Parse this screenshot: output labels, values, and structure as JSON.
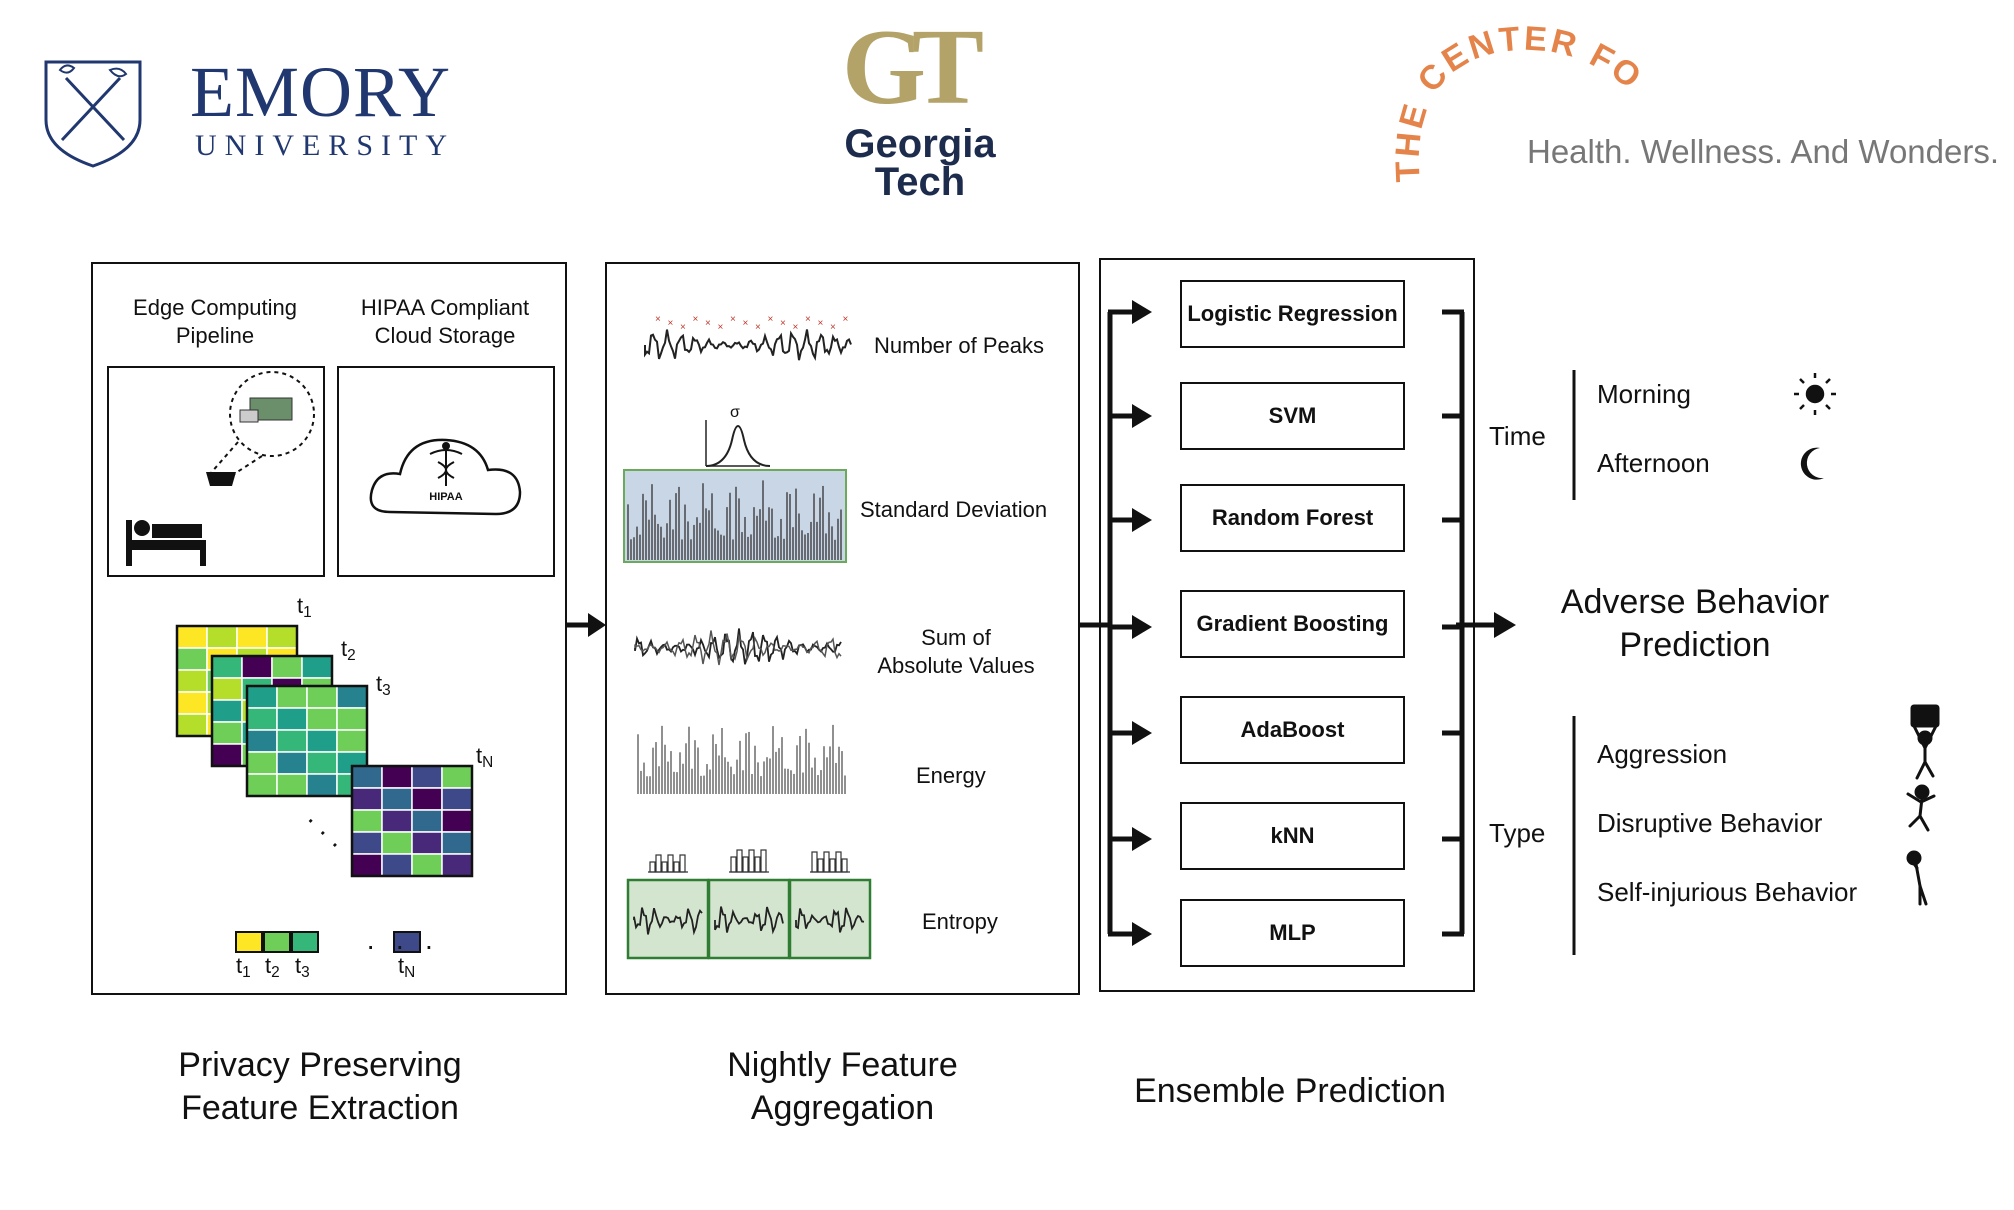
{
  "logos": {
    "emory_name": "EMORY",
    "emory_sub": "UNIVERSITY",
    "gt_mark": "GT",
    "gt_line1": "Georgia",
    "gt_line2": "Tech",
    "cfd_arc": "THE CENTER FOR DISCOVERY",
    "cfd_tagline": "Health. Wellness. And Wonders."
  },
  "panel1": {
    "edge_label": "Edge Computing\nPipeline",
    "cloud_label": "HIPAA Compliant\nCloud Storage",
    "hipaa_text": "HIPAA",
    "frame_labels": [
      "t1",
      "t2",
      "t3",
      "tN"
    ],
    "bottom_labels": [
      "t1",
      "t2",
      "t3",
      "tN"
    ],
    "caption": "Privacy Preserving\nFeature Extraction"
  },
  "panel2": {
    "features": [
      "Number of Peaks",
      "Standard Deviation",
      "Sum of\nAbsolute Values",
      "Energy",
      "Entropy"
    ],
    "sigma": "σ",
    "caption": "Nightly Feature\nAggregation"
  },
  "panel3": {
    "models": [
      "Logistic Regression",
      "SVM",
      "Random Forest",
      "Gradient Boosting",
      "AdaBoost",
      "kNN",
      "MLP"
    ],
    "caption": "Ensemble Prediction"
  },
  "output": {
    "title": "Adverse Behavior\nPrediction",
    "time_label": "Time",
    "time_items": [
      "Morning",
      "Afternoon"
    ],
    "type_label": "Type",
    "type_items": [
      "Aggression",
      "Disruptive Behavior",
      "Self-injurious Behavior"
    ]
  },
  "colors": {
    "viridis": [
      "#fde725",
      "#b5de2b",
      "#6ece58",
      "#35b779",
      "#1f9e89",
      "#26828e",
      "#31688e",
      "#3e4989",
      "#482878",
      "#440154"
    ],
    "emory_blue": "#20376f",
    "gt_gold": "#b3a369",
    "cfd_orange": "#e5844a"
  },
  "icons": [
    "emory-shield-icon",
    "camera-device-icon",
    "bed-icon",
    "cloud-icon",
    "caduceus-icon",
    "sun-icon",
    "moon-icon",
    "aggression-figure-icon",
    "disruptive-figure-icon",
    "self-injury-figure-icon"
  ]
}
